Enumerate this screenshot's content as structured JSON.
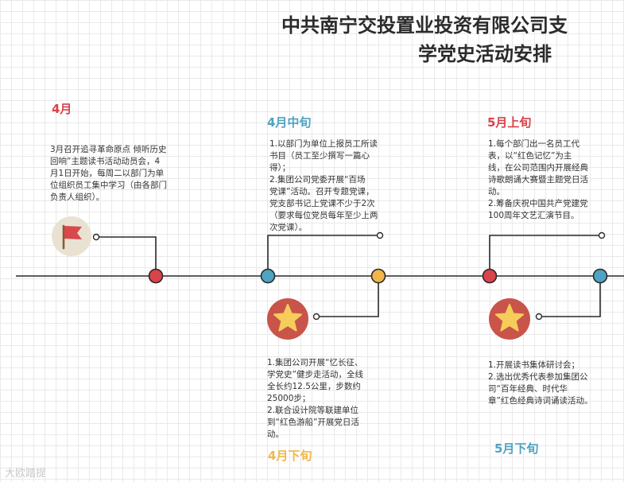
{
  "title": {
    "line1": "中共南宁交投置业投资有限公司支",
    "line2": "学党史活动安排"
  },
  "colors": {
    "red": "#d9434b",
    "blue": "#4fa3c3",
    "yellow": "#f1b64a",
    "star_bg": "#c9544a",
    "star": "#f6cc5a",
    "flag_bg": "#e9e2d2",
    "flag": "#d9484a"
  },
  "items": [
    {
      "label": "4月",
      "lines": [
        "3月召开追寻革命原点 倾听历史",
        "回响”主题读书活动动员会，4",
        "月1日开始，每周二以部门为单",
        "位组织员工集中学习（由各部门",
        "负责人组织）。"
      ]
    },
    {
      "label": "4月中旬",
      "lines": [
        "1.以部门为单位上报员工所读",
        "书目（员工至少撰写一篇心",
        "得）；",
        " 2.集团公司党委开展“百场",
        "党课”活动。召开专题党课，",
        "党支部书记上党课不少于2次",
        "（要求每位党员每年至少上两",
        "次党课）。"
      ]
    },
    {
      "label": "4月下旬",
      "lines": [
        "1.集团公司开展“忆长征、",
        "学党史”健步走活动，全线",
        "全长约12.5公里，步数约",
        "25000步；",
        " 2.联合设计院等联建单位",
        "到“红色游船”开展党日活",
        "动。"
      ]
    },
    {
      "label": "5月上旬",
      "lines": [
        "1.每个部门出一名员工代",
        "表，以“红色记忆”为主",
        "线，在公司范围内开展经典",
        "诗歌朗诵大赛暨主题党日活",
        "动。",
        " 2.筹备庆祝中国共产党建党",
        "100周年文艺汇演节目。"
      ]
    },
    {
      "label": "5月下旬",
      "lines": [
        "1.开展读书集体研讨会；",
        "2.选出优秀代表参加集团公",
        "司“百年经典、时代华",
        "章”红色经典诗词诵读活动。"
      ]
    }
  ],
  "watermark": "大欧踏提"
}
